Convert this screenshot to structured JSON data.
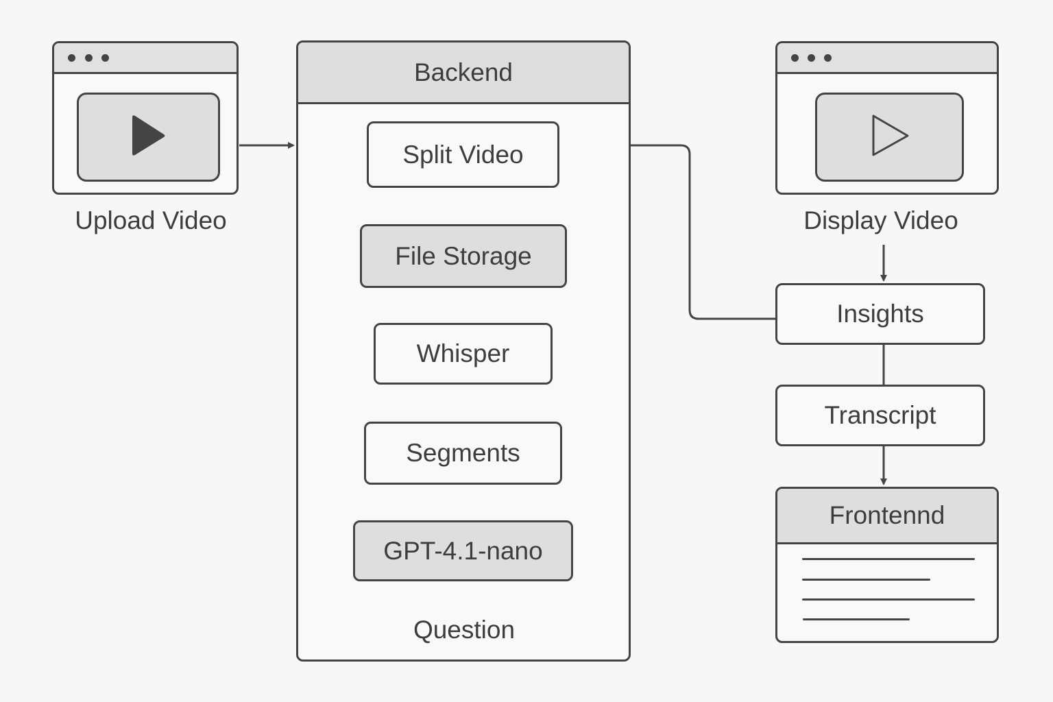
{
  "diagram": {
    "upload": {
      "label": "Upload Video",
      "icon": "play-icon"
    },
    "display": {
      "label": "Display Video",
      "icon": "play-outline-icon"
    },
    "backend": {
      "title": "Backend",
      "steps": [
        {
          "label": "Split Video",
          "style": "plain"
        },
        {
          "label": "File Storage",
          "style": "filled"
        },
        {
          "label": "Whisper",
          "style": "plain"
        },
        {
          "label": "Segments",
          "style": "plain"
        },
        {
          "label": "GPT-4.1-nano",
          "style": "filled"
        }
      ],
      "output": "Question"
    },
    "right_flow": {
      "insights": "Insights",
      "transcript": "Transcript",
      "frontend_title": "Frontennd"
    },
    "colors": {
      "stroke": "#444444",
      "fill_gray": "#dedede",
      "background": "#f7f7f7"
    }
  }
}
